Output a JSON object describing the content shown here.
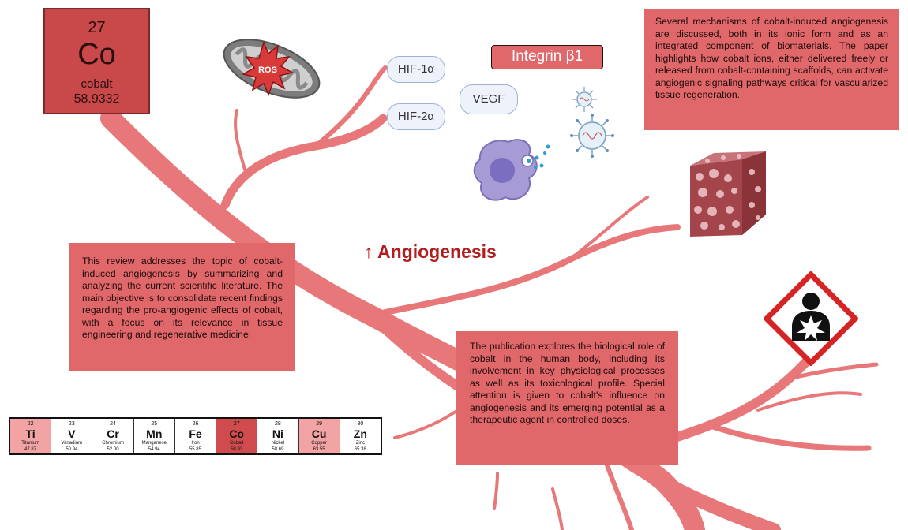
{
  "cobalt_tile": {
    "atomic_number": "27",
    "symbol": "Co",
    "name": "cobalt",
    "atomic_mass": "58.9332"
  },
  "mitochondria": {
    "ros_label": "ROS"
  },
  "markers": {
    "hif1": "HIF-1α",
    "hif2": "HIF-2α",
    "vegf": "VEGF",
    "integrin": "Integrin β1"
  },
  "headline": "↑ Angiogenesis",
  "text_boxes": {
    "mechanisms": "Several mechanisms of cobalt-induced angiogenesis are discussed, both in its ionic form and as an integrated component of biomaterials. The paper highlights how cobalt ions, either delivered freely or released from cobalt-containing scaffolds, can activate angiogenic signaling pathways critical for vascularized tissue regeneration.",
    "review": "This review addresses the topic of cobalt-induced angiogenesis by summarizing and analyzing the current scientific literature. The main objective is to consolidate recent findings regarding the pro-angiogenic effects of cobalt, with a focus on its relevance in tissue engineering and regenerative medicine.",
    "publication": "The publication explores the biological role of cobalt in the human body, including its involvement in key physiological processes as well as its toxicological profile. Special attention is given to cobalt's influence on angiogenesis and its emerging potential as a therapeutic agent in controlled doses."
  },
  "periodic_table": [
    {
      "number": "22",
      "symbol": "Ti",
      "name": "Titanium",
      "mass": "47.87",
      "fill": "#f2a3a3"
    },
    {
      "number": "23",
      "symbol": "V",
      "name": "Vanadium",
      "mass": "50.94",
      "fill": "#ffffff"
    },
    {
      "number": "24",
      "symbol": "Cr",
      "name": "Chromium",
      "mass": "52.00",
      "fill": "#ffffff"
    },
    {
      "number": "25",
      "symbol": "Mn",
      "name": "Manganese",
      "mass": "54.94",
      "fill": "#ffffff"
    },
    {
      "number": "26",
      "symbol": "Fe",
      "name": "Iron",
      "mass": "55.85",
      "fill": "#ffffff"
    },
    {
      "number": "27",
      "symbol": "Co",
      "name": "Cobalt",
      "mass": "58.93",
      "fill": "#cf4b4d"
    },
    {
      "number": "28",
      "symbol": "Ni",
      "name": "Nickel",
      "mass": "58.69",
      "fill": "#ffffff"
    },
    {
      "number": "29",
      "symbol": "Cu",
      "name": "Copper",
      "mass": "63.55",
      "fill": "#f2a3a3"
    },
    {
      "number": "30",
      "symbol": "Zn",
      "name": "Zinc",
      "mass": "65.38",
      "fill": "#ffffff"
    }
  ],
  "colors": {
    "vessel": "#e87779",
    "text_box": "#e0686b",
    "cobalt_tile": "#c9484a",
    "headline": "#b21e1e",
    "pill_fill": "#eef2fa",
    "pill_border": "#9eb2d6"
  }
}
